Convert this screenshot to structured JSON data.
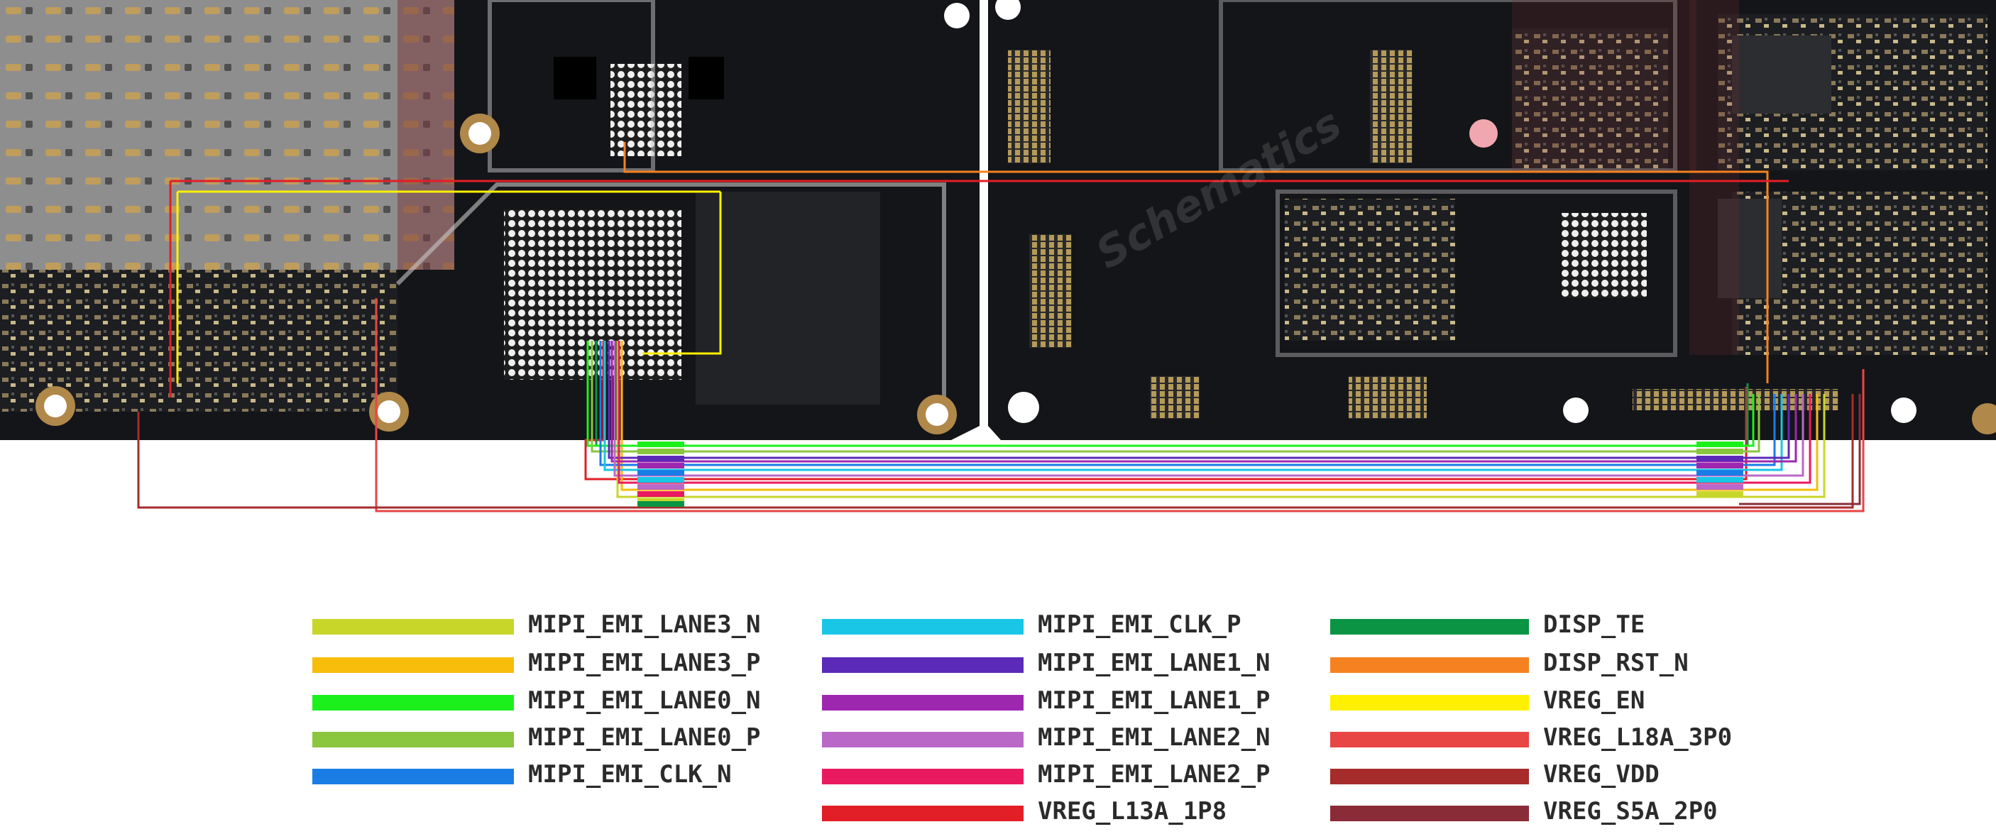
{
  "watermark": "Schematics",
  "legend": [
    {
      "label": "MIPI_EMI_LANE3_N",
      "color": "#c8d62a"
    },
    {
      "label": "MIPI_EMI_LANE3_P",
      "color": "#f7bd0a"
    },
    {
      "label": "MIPI_EMI_LANE0_N",
      "color": "#1cf01c"
    },
    {
      "label": "MIPI_EMI_LANE0_P",
      "color": "#8bc63f"
    },
    {
      "label": "MIPI_EMI_CLK_N",
      "color": "#1a7de6"
    },
    {
      "label": "MIPI_EMI_CLK_P",
      "color": "#19c6e6"
    },
    {
      "label": "MIPI_EMI_LANE1_N",
      "color": "#5c2ab8"
    },
    {
      "label": "MIPI_EMI_LANE1_P",
      "color": "#9e27b0"
    },
    {
      "label": "MIPI_EMI_LANE2_N",
      "color": "#ba68c8"
    },
    {
      "label": "MIPI_EMI_LANE2_P",
      "color": "#ea1a61"
    },
    {
      "label": "VREG_L13A_1P8",
      "color": "#e21e26"
    },
    {
      "label": "DISP_TE",
      "color": "#0a9444"
    },
    {
      "label": "DISP_RST_N",
      "color": "#f58220"
    },
    {
      "label": "VREG_EN",
      "color": "#fff000"
    },
    {
      "label": "VREG_L18A_3P0",
      "color": "#e84545"
    },
    {
      "label": "VREG_VDD",
      "color": "#a62b2b"
    },
    {
      "label": "VREG_S5A_2P0",
      "color": "#8a2c38"
    }
  ]
}
